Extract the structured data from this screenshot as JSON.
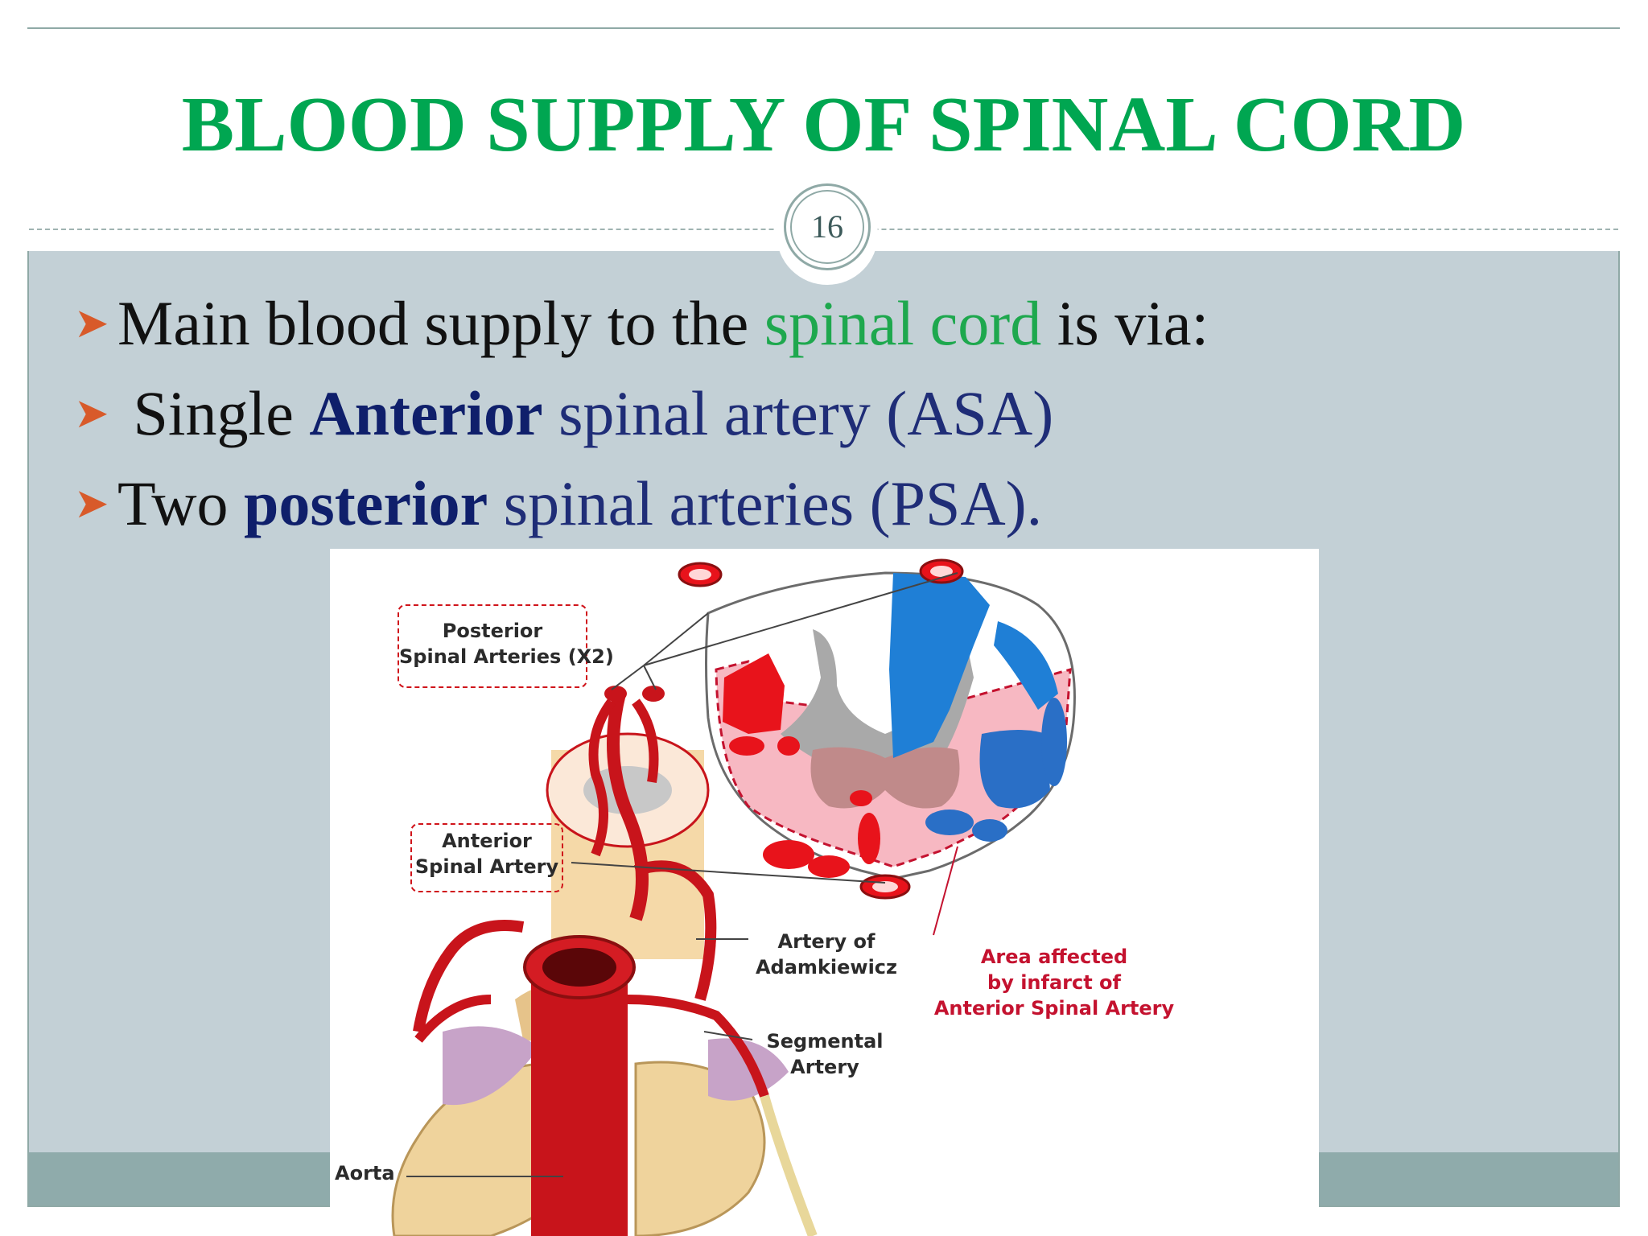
{
  "slide": {
    "title": "BLOOD SUPPLY OF SPINAL CORD",
    "page_number": "16"
  },
  "bullets": [
    {
      "prefix": "Main blood supply to the ",
      "highlight": "spinal cord",
      "suffix": " is via:"
    },
    {
      "prefix": " Single ",
      "highlight": "Anterior",
      "suffix": " spinal artery (ASA)"
    },
    {
      "prefix": "Two ",
      "highlight": "posterior",
      "suffix": " spinal arteries (PSA)."
    }
  ],
  "figure": {
    "labels": {
      "posterior_line1": "Posterior",
      "posterior_line2": "Spinal Arteries (X2)",
      "anterior_line1": "Anterior",
      "anterior_line2": "Spinal Artery",
      "adamkiewicz_line1": "Artery of",
      "adamkiewicz_line2": "Adamkiewicz",
      "affected_line1": "Area affected",
      "affected_line2": "by infarct of",
      "affected_line3": "Anterior Spinal Artery",
      "segmental_line1": "Segmental",
      "segmental_line2": "Artery",
      "aorta": "Aorta"
    }
  },
  "colors": {
    "title_green": "#00a651",
    "content_background": "#c3d0d6",
    "footer_band": "#8fabab",
    "arrow_orange": "#d85a2a",
    "highlight_navy": "#0f1f6b",
    "artery_red": "#c8141b",
    "tract_blue": "#1f7fd6"
  },
  "icons": {
    "bullet_marker": "right-arrowhead-icon"
  }
}
